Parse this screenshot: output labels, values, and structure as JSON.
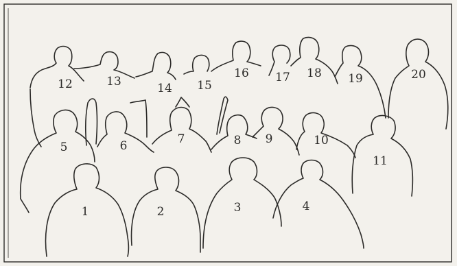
{
  "figure_labels": [
    {
      "id": "1",
      "text": "1"
    },
    {
      "id": "2",
      "text": "2"
    },
    {
      "id": "3",
      "text": "3"
    },
    {
      "id": "4",
      "text": "4"
    },
    {
      "id": "5",
      "text": "5"
    },
    {
      "id": "6",
      "text": "6"
    },
    {
      "id": "7",
      "text": "7"
    },
    {
      "id": "8",
      "text": "8"
    },
    {
      "id": "9",
      "text": "9"
    },
    {
      "id": "10",
      "text": "10"
    },
    {
      "id": "11",
      "text": "11"
    },
    {
      "id": "12",
      "text": "12"
    },
    {
      "id": "13",
      "text": "13"
    },
    {
      "id": "14",
      "text": "14"
    },
    {
      "id": "15",
      "text": "15"
    },
    {
      "id": "16",
      "text": "16"
    },
    {
      "id": "17",
      "text": "17"
    },
    {
      "id": "18",
      "text": "18"
    },
    {
      "id": "19",
      "text": "19"
    },
    {
      "id": "20",
      "text": "20"
    }
  ]
}
